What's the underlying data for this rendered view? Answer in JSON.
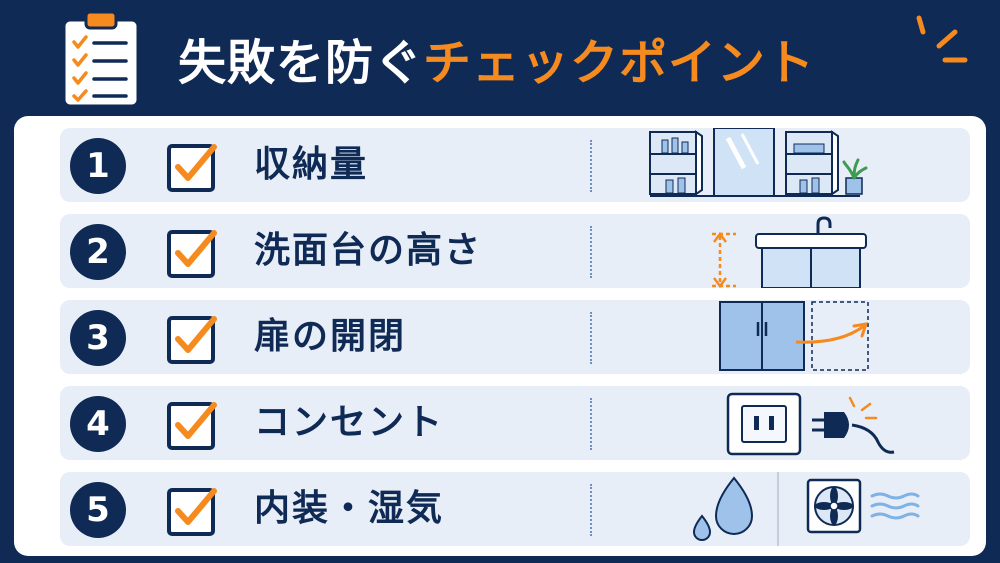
{
  "header": {
    "title_white": "失敗を防ぐ",
    "title_orange": "チェックポイント"
  },
  "items": [
    {
      "number": "1",
      "label": "収納量",
      "icon": "storage-cabinet-icon"
    },
    {
      "number": "2",
      "label": "洗面台の高さ",
      "icon": "vanity-height-icon"
    },
    {
      "number": "3",
      "label": "扉の開閉",
      "icon": "door-swing-icon"
    },
    {
      "number": "4",
      "label": "コンセント",
      "icon": "outlet-plug-icon"
    },
    {
      "number": "5",
      "label": "内装・湿気",
      "icon": "moisture-fan-icon"
    }
  ],
  "colors": {
    "navy": "#0f2a55",
    "orange": "#f58a1f",
    "row_bg": "#e8eef7",
    "card_bg": "#ffffff",
    "light_blue": "#9fc2ea"
  }
}
